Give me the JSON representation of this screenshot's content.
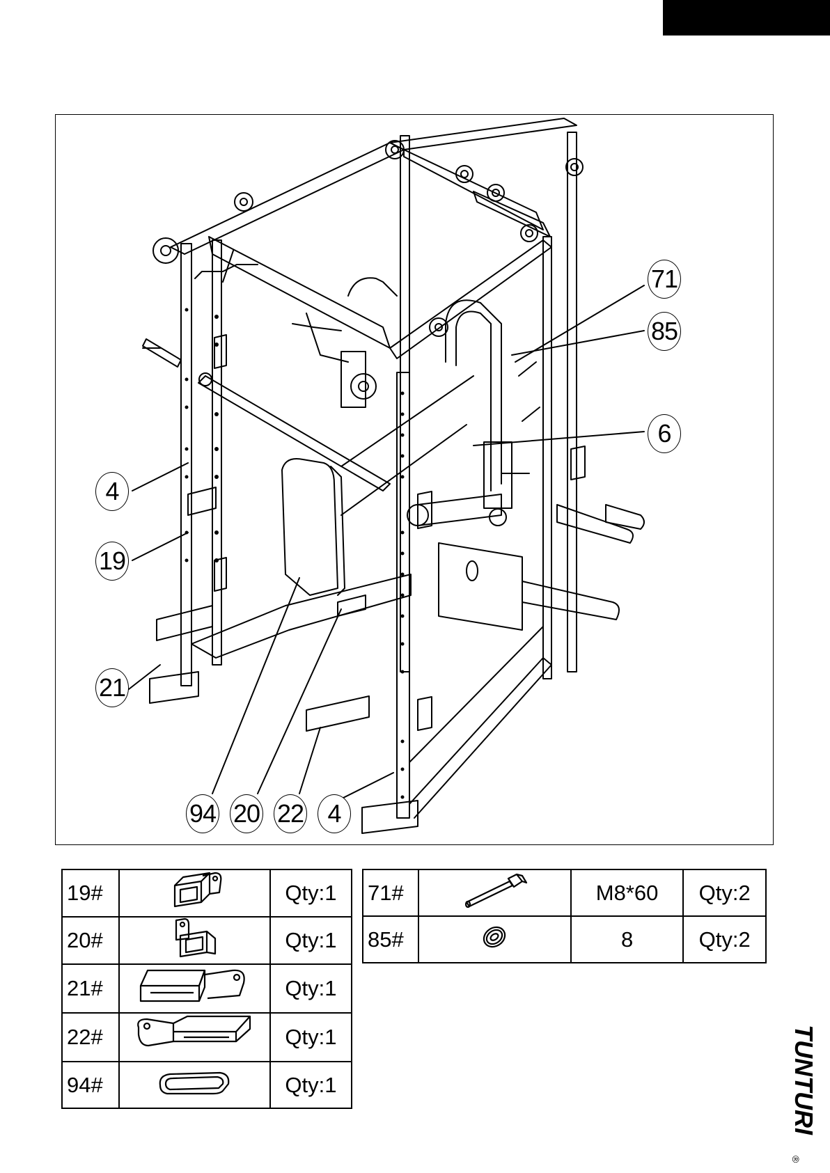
{
  "callouts": [
    {
      "id": "c71",
      "label": "71"
    },
    {
      "id": "c85",
      "label": "85"
    },
    {
      "id": "c6",
      "label": "6"
    },
    {
      "id": "c4a",
      "label": "4"
    },
    {
      "id": "c19",
      "label": "19"
    },
    {
      "id": "c21",
      "label": "21"
    },
    {
      "id": "c94",
      "label": "94"
    },
    {
      "id": "c20",
      "label": "20"
    },
    {
      "id": "c22",
      "label": "22"
    },
    {
      "id": "c4b",
      "label": "4"
    }
  ],
  "parts_left": [
    {
      "num": "19#",
      "icon": "bracket-19-icon",
      "qty": "Qty:1"
    },
    {
      "num": "20#",
      "icon": "bracket-20-icon",
      "qty": "Qty:1"
    },
    {
      "num": "21#",
      "icon": "arm-21-icon",
      "qty": "Qty:1"
    },
    {
      "num": "22#",
      "icon": "arm-22-icon",
      "qty": "Qty:1"
    },
    {
      "num": "94#",
      "icon": "pad-94-icon",
      "qty": "Qty:1"
    }
  ],
  "parts_right": [
    {
      "num": "71#",
      "icon": "bolt-icon",
      "spec": "M8*60",
      "qty": "Qty:2"
    },
    {
      "num": "85#",
      "icon": "washer-icon",
      "spec": "8",
      "qty": "Qty:2"
    }
  ],
  "brand": {
    "name": "TUNTURI",
    "mark": "®"
  }
}
